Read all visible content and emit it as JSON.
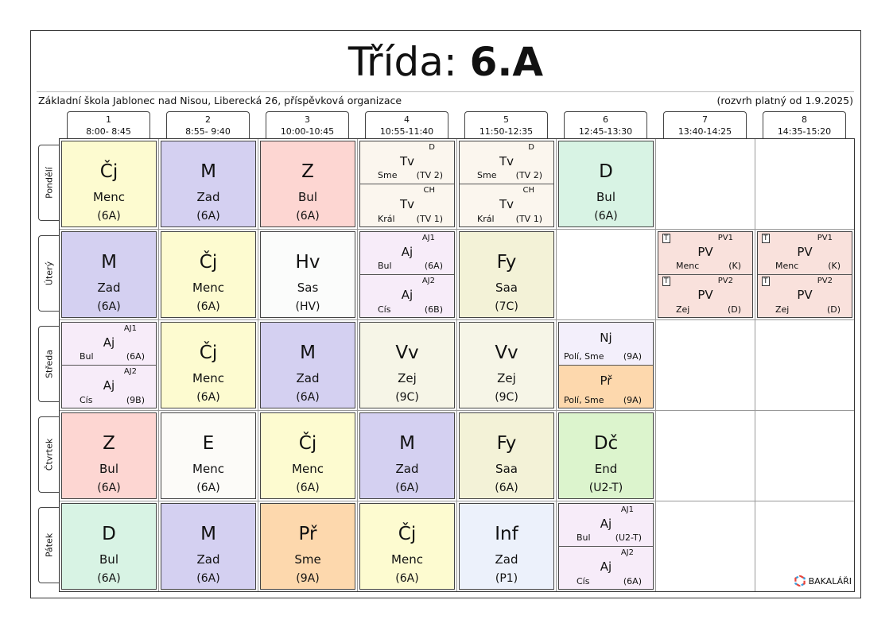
{
  "header": {
    "title_prefix": "Třída:",
    "title_class": "6.A",
    "school": "Základní škola Jablonec nad Nisou, Liberecká 26, příspěvková organizace",
    "validity": "(rozvrh platný od 1.9.2025)"
  },
  "periods": [
    {
      "n": "1",
      "time": "8:00- 8:45"
    },
    {
      "n": "2",
      "time": "8:55- 9:40"
    },
    {
      "n": "3",
      "time": "10:00-10:45"
    },
    {
      "n": "4",
      "time": "10:55-11:40"
    },
    {
      "n": "5",
      "time": "11:50-12:35"
    },
    {
      "n": "6",
      "time": "12:45-13:30"
    },
    {
      "n": "7",
      "time": "13:40-14:25"
    },
    {
      "n": "8",
      "time": "14:35-15:20"
    }
  ],
  "days": [
    "Pondělí",
    "Úterý",
    "Středa",
    "Čtvrtek",
    "Pátek"
  ],
  "colors": {
    "cj": "#fdfbd0",
    "m": "#d4d0f1",
    "z": "#fdd6d2",
    "tv": "#fbf6ee",
    "d": "#d8f3e4",
    "aj": "#f7ecf9",
    "hv": "#fbfcfb",
    "fy": "#f3f2d7",
    "pv": "#f9e1dc",
    "vv": "#f6f5e7",
    "nj": "#f3effb",
    "pr": "#fdd8ad",
    "e": "#fcfbf8",
    "dc": "#dcf4cd",
    "inf": "#ecf1fb"
  },
  "logo": {
    "icon": "bakalari-logo-icon",
    "text": "BAKALÁŘI"
  },
  "lessons": [
    {
      "day": 0,
      "period": 0,
      "subject": "Čj",
      "teacher": "Menc",
      "room": "(6A)",
      "color": "#fdfbd0"
    },
    {
      "day": 0,
      "period": 1,
      "subject": "M",
      "teacher": "Zad",
      "room": "(6A)",
      "color": "#d4d0f1"
    },
    {
      "day": 0,
      "period": 2,
      "subject": "Z",
      "teacher": "Bul",
      "room": "(6A)",
      "color": "#fdd6d2"
    },
    {
      "day": 0,
      "period": 3,
      "color": "#fbf6ee",
      "groups": [
        {
          "group": "D",
          "subject": "Tv",
          "teacher": "Sme",
          "room": "(TV 2)"
        },
        {
          "group": "CH",
          "subject": "Tv",
          "teacher": "Král",
          "room": "(TV 1)"
        }
      ]
    },
    {
      "day": 0,
      "period": 4,
      "color": "#fbf6ee",
      "groups": [
        {
          "group": "D",
          "subject": "Tv",
          "teacher": "Sme",
          "room": "(TV 2)"
        },
        {
          "group": "CH",
          "subject": "Tv",
          "teacher": "Král",
          "room": "(TV 1)"
        }
      ]
    },
    {
      "day": 0,
      "period": 5,
      "subject": "D",
      "teacher": "Bul",
      "room": "(6A)",
      "color": "#d8f3e4"
    },
    {
      "day": 1,
      "period": 0,
      "subject": "M",
      "teacher": "Zad",
      "room": "(6A)",
      "color": "#d4d0f1"
    },
    {
      "day": 1,
      "period": 1,
      "subject": "Čj",
      "teacher": "Menc",
      "room": "(6A)",
      "color": "#fdfbd0"
    },
    {
      "day": 1,
      "period": 2,
      "subject": "Hv",
      "teacher": "Sas",
      "room": "(HV)",
      "color": "#fbfcfb"
    },
    {
      "day": 1,
      "period": 3,
      "color": "#f7ecf9",
      "groups": [
        {
          "group": "AJ1",
          "subject": "Aj",
          "teacher": "Bul",
          "room": "(6A)"
        },
        {
          "group": "AJ2",
          "subject": "Aj",
          "teacher": "Cís",
          "room": "(6B)"
        }
      ]
    },
    {
      "day": 1,
      "period": 4,
      "subject": "Fy",
      "teacher": "Saa",
      "room": "(7C)",
      "color": "#f3f2d7"
    },
    {
      "day": 1,
      "period": 6,
      "color": "#f9e1dc",
      "groups": [
        {
          "badge": "T",
          "group": "PV1",
          "subject": "PV",
          "teacher": "Menc",
          "room": "(K)"
        },
        {
          "badge": "T",
          "group": "PV2",
          "subject": "PV",
          "teacher": "Zej",
          "room": "(D)"
        }
      ]
    },
    {
      "day": 1,
      "period": 7,
      "color": "#f9e1dc",
      "groups": [
        {
          "badge": "T",
          "group": "PV1",
          "subject": "PV",
          "teacher": "Menc",
          "room": "(K)"
        },
        {
          "badge": "T",
          "group": "PV2",
          "subject": "PV",
          "teacher": "Zej",
          "room": "(D)"
        }
      ]
    },
    {
      "day": 2,
      "period": 0,
      "color": "#f7ecf9",
      "groups": [
        {
          "group": "AJ1",
          "subject": "Aj",
          "teacher": "Bul",
          "room": "(6A)"
        },
        {
          "group": "AJ2",
          "subject": "Aj",
          "teacher": "Cís",
          "room": "(9B)"
        }
      ]
    },
    {
      "day": 2,
      "period": 1,
      "subject": "Čj",
      "teacher": "Menc",
      "room": "(6A)",
      "color": "#fdfbd0"
    },
    {
      "day": 2,
      "period": 2,
      "subject": "M",
      "teacher": "Zad",
      "room": "(6A)",
      "color": "#d4d0f1"
    },
    {
      "day": 2,
      "period": 3,
      "subject": "Vv",
      "teacher": "Zej",
      "room": "(9C)",
      "color": "#f6f5e7"
    },
    {
      "day": 2,
      "period": 4,
      "subject": "Vv",
      "teacher": "Zej",
      "room": "(9C)",
      "color": "#f6f5e7"
    },
    {
      "day": 2,
      "period": 5,
      "color": "#f3effb",
      "groups": [
        {
          "group": "",
          "subject": "Nj",
          "teacher": "Polí, Sme",
          "room": "(9A)"
        },
        {
          "group": "",
          "subject": "Př",
          "teacher": "Polí, Sme",
          "room": "(9A)",
          "color": "#fdd8ad"
        }
      ]
    },
    {
      "day": 3,
      "period": 0,
      "subject": "Z",
      "teacher": "Bul",
      "room": "(6A)",
      "color": "#fdd6d2"
    },
    {
      "day": 3,
      "period": 1,
      "subject": "E",
      "teacher": "Menc",
      "room": "(6A)",
      "color": "#fcfbf8"
    },
    {
      "day": 3,
      "period": 2,
      "subject": "Čj",
      "teacher": "Menc",
      "room": "(6A)",
      "color": "#fdfbd0"
    },
    {
      "day": 3,
      "period": 3,
      "subject": "M",
      "teacher": "Zad",
      "room": "(6A)",
      "color": "#d4d0f1"
    },
    {
      "day": 3,
      "period": 4,
      "subject": "Fy",
      "teacher": "Saa",
      "room": "(6A)",
      "color": "#f3f2d7"
    },
    {
      "day": 3,
      "period": 5,
      "subject": "Dč",
      "teacher": "End",
      "room": "(U2-T)",
      "color": "#dcf4cd"
    },
    {
      "day": 4,
      "period": 0,
      "subject": "D",
      "teacher": "Bul",
      "room": "(6A)",
      "color": "#d8f3e4"
    },
    {
      "day": 4,
      "period": 1,
      "subject": "M",
      "teacher": "Zad",
      "room": "(6A)",
      "color": "#d4d0f1"
    },
    {
      "day": 4,
      "period": 2,
      "subject": "Př",
      "teacher": "Sme",
      "room": "(9A)",
      "color": "#fdd8ad"
    },
    {
      "day": 4,
      "period": 3,
      "subject": "Čj",
      "teacher": "Menc",
      "room": "(6A)",
      "color": "#fdfbd0"
    },
    {
      "day": 4,
      "period": 4,
      "subject": "Inf",
      "teacher": "Zad",
      "room": "(P1)",
      "color": "#ecf1fb"
    },
    {
      "day": 4,
      "period": 5,
      "color": "#f7ecf9",
      "groups": [
        {
          "group": "AJ1",
          "subject": "Aj",
          "teacher": "Bul",
          "room": "(U2-T)"
        },
        {
          "group": "AJ2",
          "subject": "Aj",
          "teacher": "Cís",
          "room": "(6A)"
        }
      ]
    }
  ]
}
